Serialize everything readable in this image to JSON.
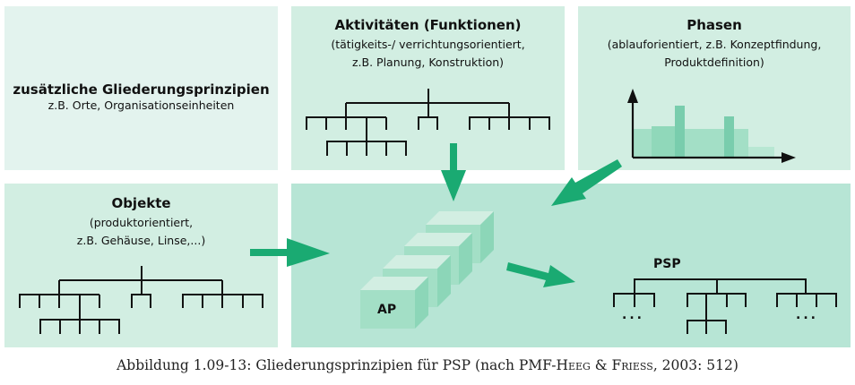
{
  "panels": {
    "extra": {
      "title": "zusätzliche Gliederungsprinzipien",
      "subtitle": "z.B. Orte, Organisationseinheiten"
    },
    "activities": {
      "title": "Aktivitäten (Funktionen)",
      "subtitle": "(tätigkeits-/ verrichtungsorientiert,\nz.B. Planung, Konstruktion)"
    },
    "phases": {
      "title": "Phasen",
      "subtitle": "(ablauforientiert, z.B. Konzeptfindung,\nProduktdefinition)"
    },
    "objects": {
      "title": "Objekte",
      "subtitle": "(produktorientiert,\nz.B. Gehäuse, Linse,...)"
    }
  },
  "main": {
    "work_package_label": "AP",
    "psp_label": "PSP",
    "ellipsis": "..."
  },
  "phase_chart": {
    "description": "schematic phase effort profile",
    "relative_levels": [
      0.55,
      0.6,
      1.0,
      0.55,
      0.8,
      0.55,
      0.2
    ]
  },
  "colors": {
    "arrow": "#1aaa72",
    "panel_light": "#e3f3ee",
    "panel": "#d2eee2",
    "panel_main": "#b7e5d5",
    "tree_line": "#111111"
  },
  "caption": {
    "prefix": "Abbildung 1.09-13: Gliederungsprinzipien für PSP (nach PMF-",
    "author1": "Heeg",
    "amp": " & ",
    "author2": "Friess",
    "suffix": ", 2003: 512)"
  }
}
